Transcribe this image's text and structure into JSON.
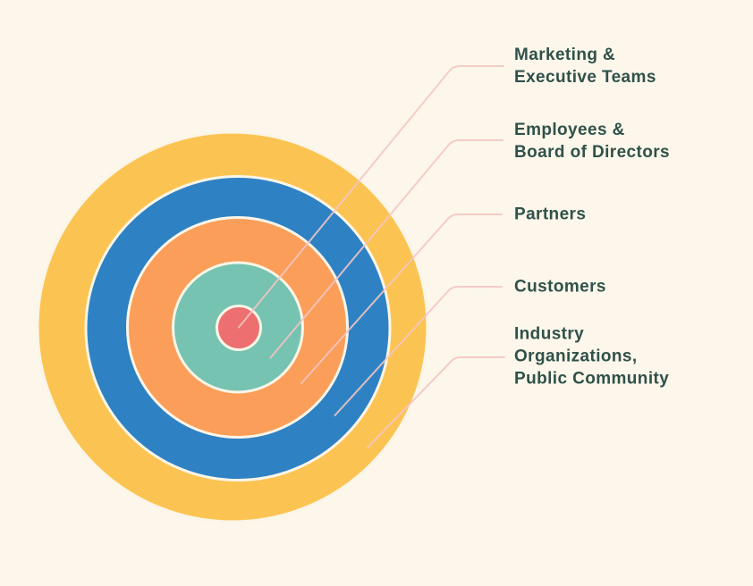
{
  "page": {
    "background_color": "#FCF7EA",
    "text_color": "#30514A"
  },
  "diagram": {
    "type": "concentric-onion",
    "ring_outline_color": "#FBF5E7",
    "leader_line_color": "#F4C6C4",
    "rings": [
      {
        "name": "Industry Organizations, Public Community",
        "color": "#FBC452"
      },
      {
        "name": "Customers",
        "color": "#2E82C4"
      },
      {
        "name": "Partners",
        "color": "#FA9E59"
      },
      {
        "name": "Employees & Board of Directors",
        "color": "#76C3B1"
      },
      {
        "name": "Marketing & Executive Teams",
        "color": "#ED6F70"
      }
    ],
    "labels": [
      {
        "text": "Marketing &\nExecutive Teams"
      },
      {
        "text": "Employees &\nBoard of Directors"
      },
      {
        "text": "Partners"
      },
      {
        "text": "Customers"
      },
      {
        "text": "Industry\nOrganizations,\nPublic Community"
      }
    ]
  }
}
